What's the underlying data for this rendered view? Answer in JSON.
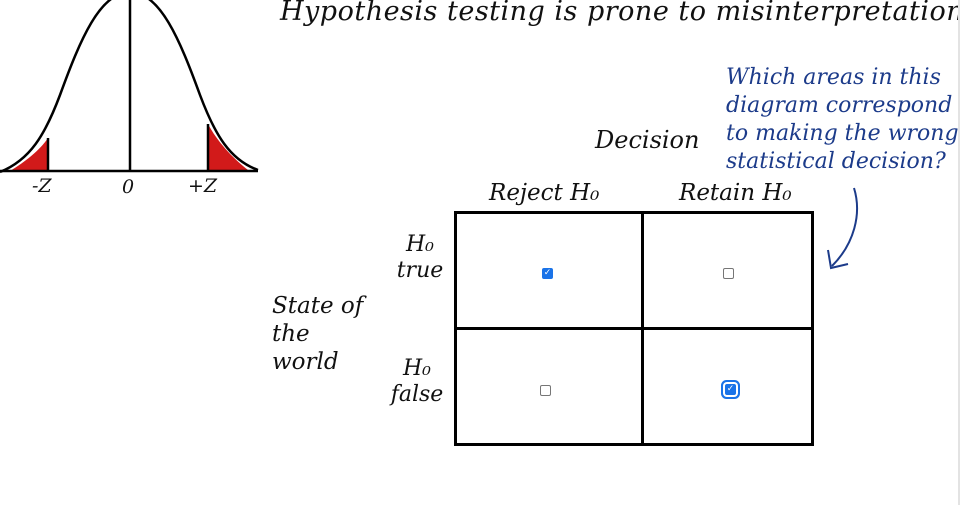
{
  "header": {
    "title": "Hypothesis testing is prone to misinterpretations."
  },
  "note": {
    "text": "Which areas in this diagram correspond to making the wrong statistical decision?"
  },
  "curve": {
    "axis_labels": {
      "neg": "-Z",
      "zero": "0",
      "pos": "+Z"
    },
    "tail_color": "#d21a1a"
  },
  "table": {
    "decision_label": "Decision",
    "columns": [
      "Reject H₀",
      "Retain H₀"
    ],
    "rows": [
      "H₀ true",
      "H₀ false"
    ],
    "state_label": "State of the world",
    "cells": [
      {
        "row": "H₀ true",
        "col": "Reject H₀",
        "checked": true
      },
      {
        "row": "H₀ true",
        "col": "Retain H₀",
        "checked": false
      },
      {
        "row": "H₀ false",
        "col": "Reject H₀",
        "checked": false
      },
      {
        "row": "H₀ false",
        "col": "Retain H₀",
        "checked": true
      }
    ]
  },
  "colors": {
    "checkbox_accent": "#1a73e8",
    "annotation_ink": "#1c3b8a"
  }
}
